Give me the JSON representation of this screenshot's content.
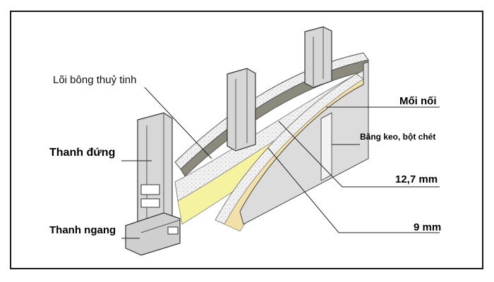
{
  "labels": {
    "glass_wool_core": "Lõi bông thuỷ tinh",
    "vertical_stud": "Thanh đứng",
    "horizontal_track": "Thanh ngang",
    "joint": "Mối nối",
    "tape_compound": "Băng keo, bột chét",
    "board_thick": "12,7 mm",
    "board_thin": "9 mm"
  },
  "colors": {
    "insulation": "#f5f2a0",
    "board": "#dcdcdc",
    "board_edge": "#f2f2f2",
    "cavity": "#8c8a7c",
    "stud": "#d7d7d7",
    "facing_board": "#f3dfa8"
  }
}
